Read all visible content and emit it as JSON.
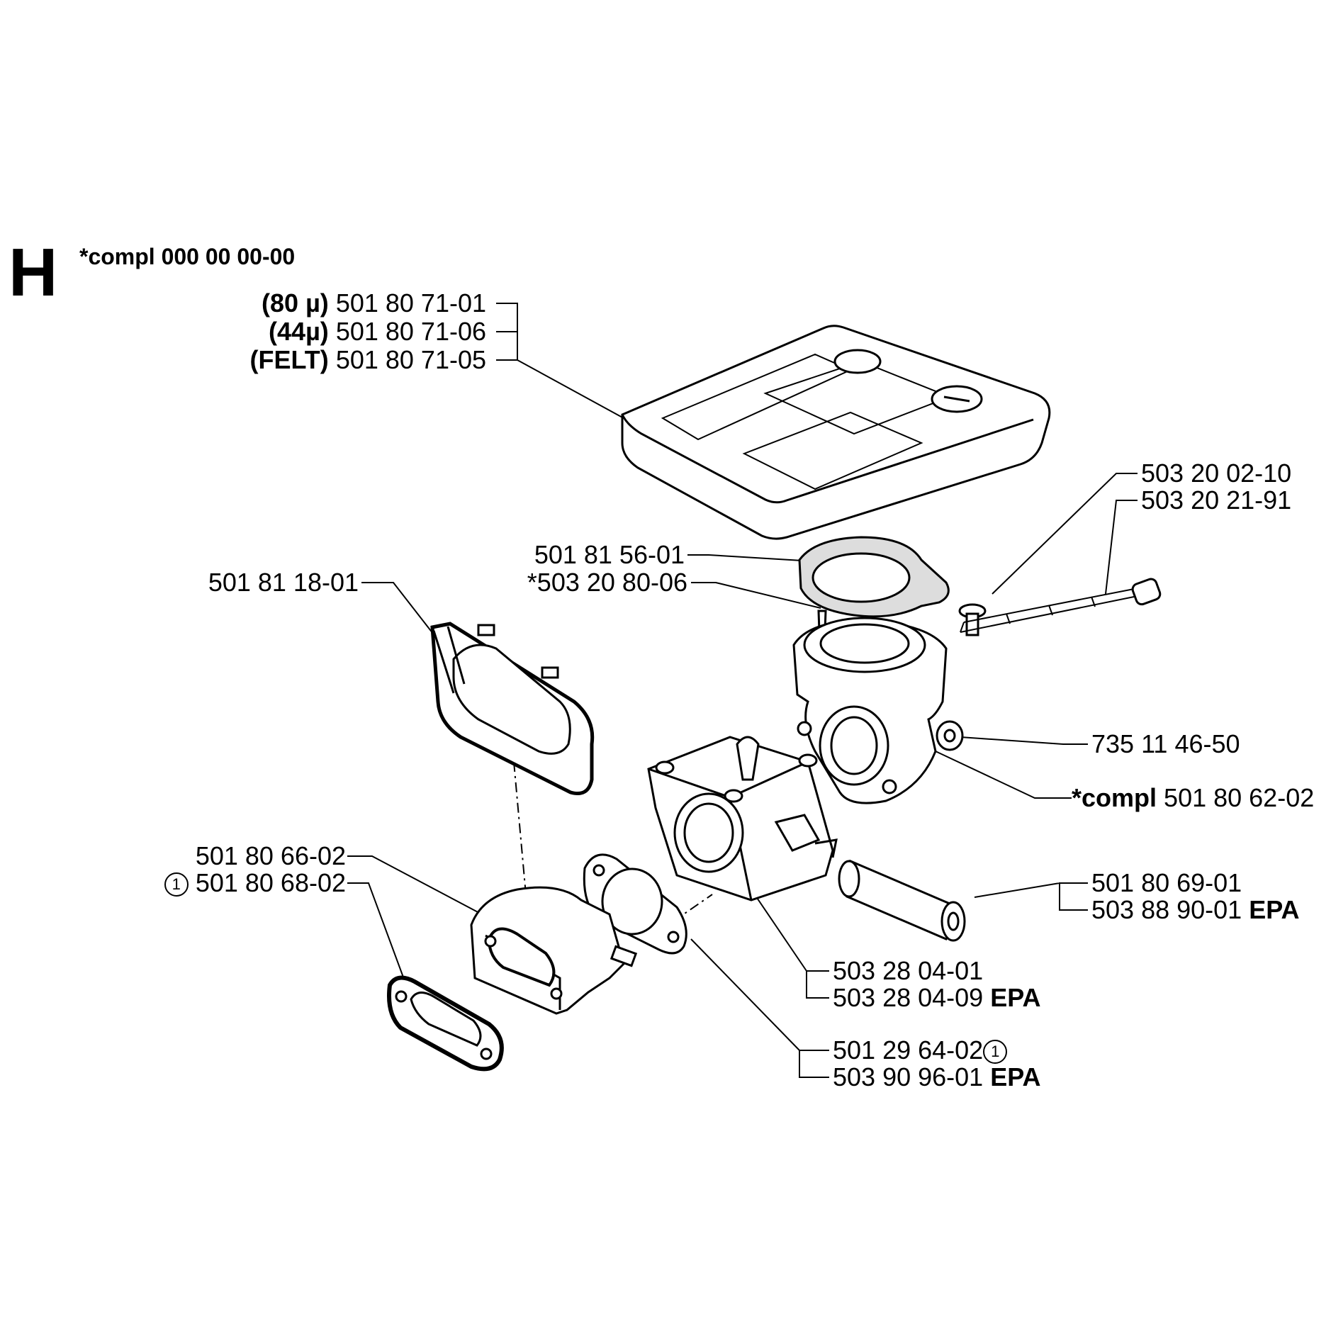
{
  "section": "H",
  "assembly": "*compl 000 00 00-00",
  "labels": {
    "air_filter": [
      {
        "spec": "(80 µ)",
        "part": "501 80 71-01"
      },
      {
        "spec": "(44µ)",
        "part": "501 80 71-06"
      },
      {
        "spec": "(FELT)",
        "part": "501 80 71-05"
      }
    ],
    "screw_a": "503 20 02-10",
    "screw_b": "503 20 21-91",
    "gasket_top": "501 81 56-01",
    "stud": "*503 20 80-06",
    "filter_seal": "501 81 18-01",
    "washer": "735 11 46-50",
    "intake_compl": {
      "prefix": "*compl",
      "part": "501 80 62-02"
    },
    "adapter_a": "501 80 66-02",
    "adapter_b": {
      "marker": "1",
      "part": "501 80 68-02"
    },
    "hose_a": "501 80 69-01",
    "hose_b": {
      "part": "503 88 90-01",
      "tag": "EPA"
    },
    "carb_a": "503 28 04-01",
    "carb_b": {
      "part": "503 28 04-09",
      "tag": "EPA"
    },
    "gasket_c": {
      "part": "501 29 64-02",
      "marker": "1"
    },
    "gasket_d": {
      "part": "503 90 96-01",
      "tag": "EPA"
    }
  }
}
